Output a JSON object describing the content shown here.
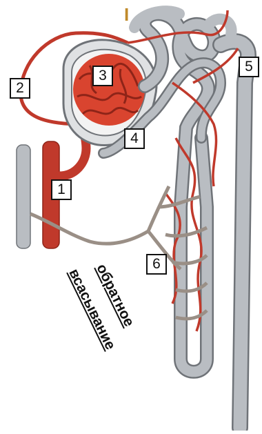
{
  "labels": {
    "roman": "I",
    "n1": "1",
    "n2": "2",
    "n3": "3",
    "n4": "4",
    "n5": "5",
    "n6": "6"
  },
  "caption": {
    "line1": "обратное",
    "line2": "всасывание"
  },
  "colors": {
    "artery": "#c0392b",
    "artery_dark": "#8e2418",
    "tubule": "#b9bdc2",
    "tubule_edge": "#6f7378",
    "capillary_net": "#9a8f86"
  }
}
